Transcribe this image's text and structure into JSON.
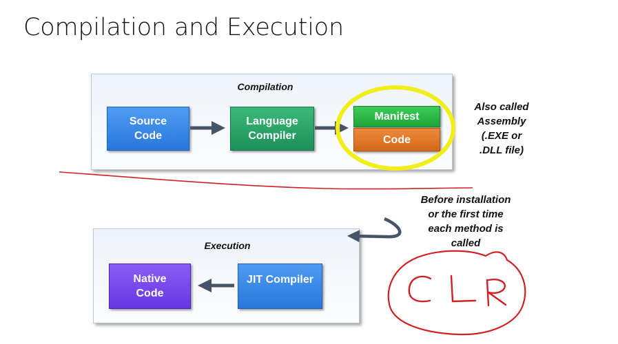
{
  "slide": {
    "title": "Compilation and Execution"
  },
  "compilation": {
    "label": "Compilation",
    "source_code": "Source\nCode",
    "language_compiler": "Language\nCompiler",
    "manifest": "Manifest",
    "code": "Code"
  },
  "assembly_note": "Also called\nAssembly\n(.EXE or\n.DLL file)",
  "timing_note": "Before installation\nor the first time\neach method is\ncalled",
  "execution": {
    "label": "Execution",
    "native_code": "Native\nCode",
    "jit_compiler": "JIT Compiler"
  },
  "annotation": {
    "handwritten_text": "CLR",
    "ink_color": "#d21f26",
    "highlight_color": "#f2ee1a"
  },
  "colors": {
    "source_box": "#2877dc",
    "compiler_box": "#1c9058",
    "manifest_box": "#1ea53a",
    "code_box": "#d26a1b",
    "native_box": "#6638e3",
    "jit_box": "#2877dc",
    "arrow": "#475467"
  }
}
